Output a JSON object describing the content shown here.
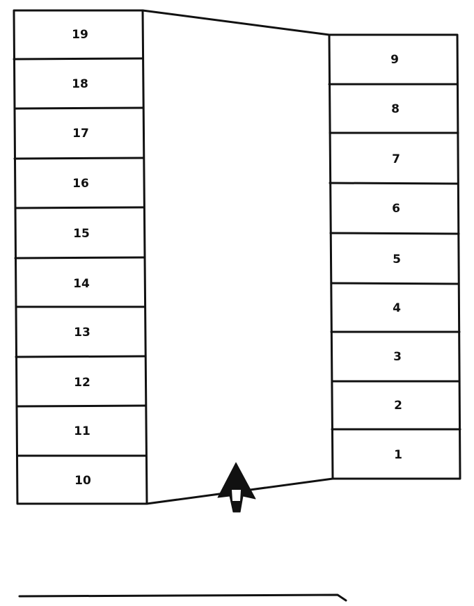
{
  "left_stalls": [
    "19",
    "18",
    "17",
    "16",
    "15",
    "14",
    "13",
    "12",
    "11",
    "10"
  ],
  "right_stalls": [
    "9",
    "8",
    "7",
    "6",
    "5",
    "4",
    "3",
    "2",
    "1"
  ],
  "entrance_arrow_icon": "up-arrow-icon"
}
